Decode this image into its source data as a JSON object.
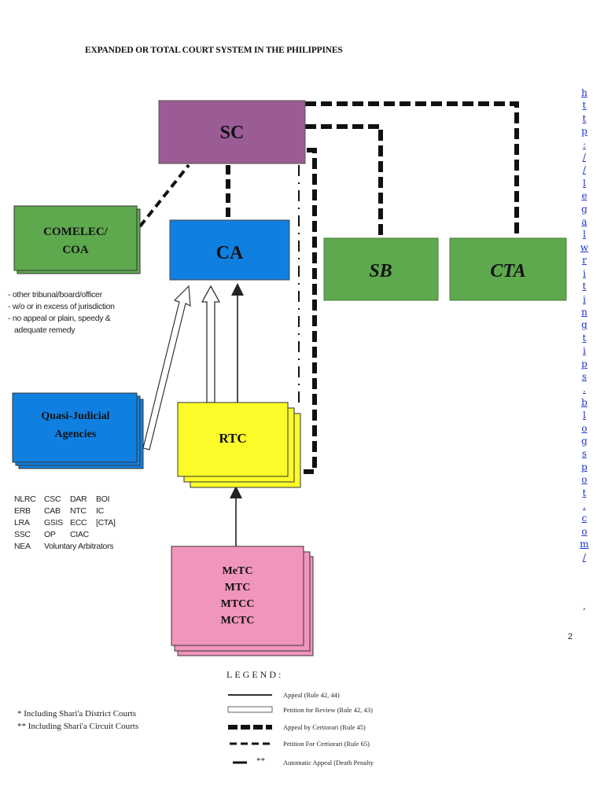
{
  "title": "EXPANDED OR TOTAL COURT SYSTEM IN THE PHILIPPINES",
  "nodes": {
    "sc": "SC",
    "ca": "CA",
    "sb": "SB",
    "cta": "CTA",
    "comelec": [
      "COMELEC/",
      "COA"
    ],
    "quasi": [
      "Quasi-Judicial",
      "Agencies"
    ],
    "rtc": "RTC",
    "mtc": [
      "MeTC",
      "MTC",
      "MTCC",
      "MCTC"
    ]
  },
  "jurisdiction_notes": [
    "- other tribunal/board/officer",
    "- w/o or in excess of jurisdiction",
    "- no appeal or plain, speedy &",
    "  adequate remedy"
  ],
  "agencies": [
    [
      "NLRC",
      "CSC",
      "DAR",
      "BOI"
    ],
    [
      "ERB",
      "CAB",
      "NTC",
      "IC"
    ],
    [
      "LRA",
      "GSIS",
      "ECC",
      "[CTA]"
    ],
    [
      "SSC",
      "OP",
      "CIAC"
    ],
    [
      "NEA",
      "Voluntary Arbitrators"
    ]
  ],
  "footnotes": [
    "*  Including Shari'a District Courts",
    "** Including Shari'a Circuit Courts"
  ],
  "legend": {
    "title": "LEGEND:",
    "items": [
      "Appeal (Rule 42, 44)",
      "Petition for Review (Rule 42, 43)",
      "Appeal by Certiorari (Rule 45)",
      "Petition For Certiorari (Rule 65)",
      "Automatic Appeal (Death Penalty"
    ],
    "star_marker": "**"
  },
  "side_link": [
    "h",
    "t",
    "t",
    "p",
    ":",
    "/",
    "/",
    "l",
    "e",
    "g",
    "a",
    "l",
    "w",
    "r",
    "i",
    "t",
    "i",
    "n",
    "g",
    "t",
    "i",
    "p",
    "s",
    ".",
    "b",
    "l",
    "o",
    "g",
    "s",
    "p",
    "o",
    "t",
    ".",
    "c",
    "o",
    "m",
    "/"
  ],
  "side_link_tail": ",",
  "page_number": "2",
  "colors": {
    "sc": "#9b5c96",
    "ca": "#1080e0",
    "green": "#5ea84e",
    "quasi": "#1080e0",
    "rtc": "#fbfb2a",
    "mtc": "#f095bc",
    "link": "#1a32c8"
  }
}
